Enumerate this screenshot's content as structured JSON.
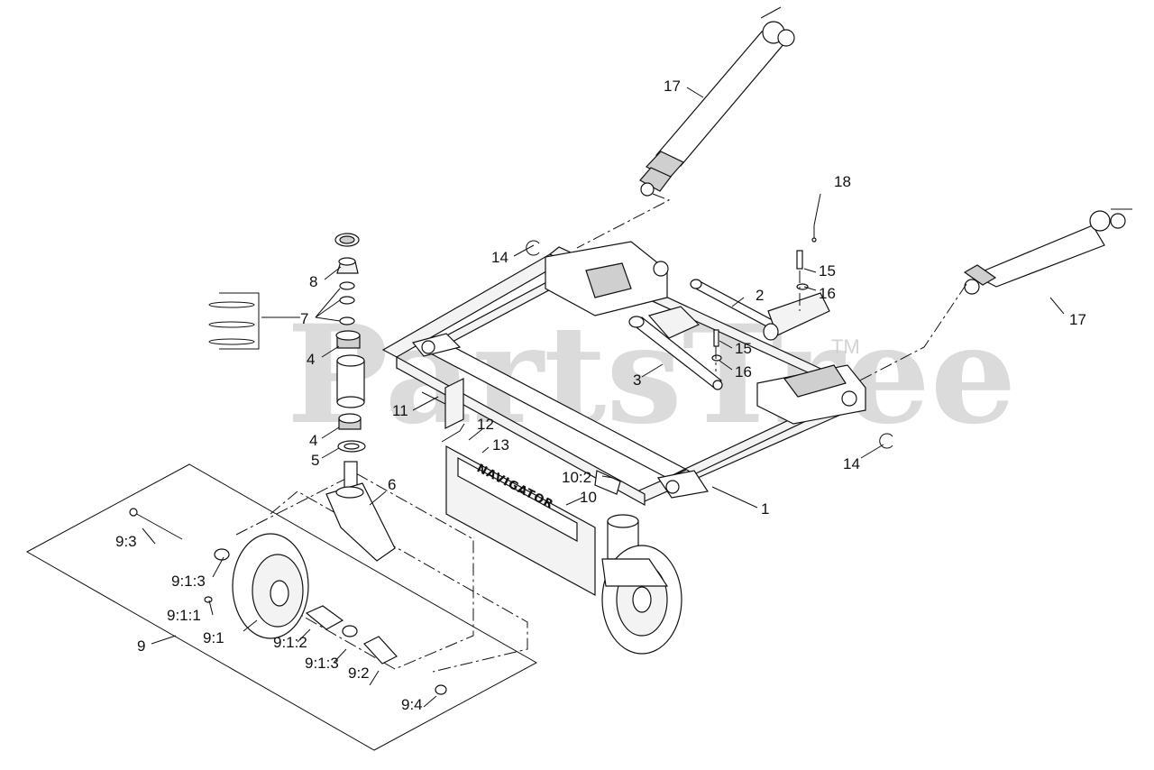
{
  "watermark": {
    "text": "PartsTree",
    "trademark": "TM"
  },
  "decal": {
    "text": "NAVIGATOR"
  },
  "labels": [
    {
      "id": "17a",
      "text": "17"
    },
    {
      "id": "17b",
      "text": "17"
    },
    {
      "id": "18",
      "text": "18"
    },
    {
      "id": "14a",
      "text": "14"
    },
    {
      "id": "14b",
      "text": "14"
    },
    {
      "id": "8",
      "text": "8"
    },
    {
      "id": "7",
      "text": "7"
    },
    {
      "id": "4a",
      "text": "4"
    },
    {
      "id": "4b",
      "text": "4"
    },
    {
      "id": "5",
      "text": "5"
    },
    {
      "id": "6",
      "text": "6"
    },
    {
      "id": "11",
      "text": "11"
    },
    {
      "id": "12",
      "text": "12"
    },
    {
      "id": "13",
      "text": "13"
    },
    {
      "id": "2",
      "text": "2"
    },
    {
      "id": "3",
      "text": "3"
    },
    {
      "id": "15a",
      "text": "15"
    },
    {
      "id": "16a",
      "text": "16"
    },
    {
      "id": "15b",
      "text": "15"
    },
    {
      "id": "16b",
      "text": "16"
    },
    {
      "id": "1",
      "text": "1"
    },
    {
      "id": "10",
      "text": "10"
    },
    {
      "id": "10_2",
      "text": "10:2"
    },
    {
      "id": "9_3",
      "text": "9:3"
    },
    {
      "id": "9_1_3a",
      "text": "9:1:3"
    },
    {
      "id": "9_1_1",
      "text": "9:1:1"
    },
    {
      "id": "9",
      "text": "9"
    },
    {
      "id": "9_1",
      "text": "9:1"
    },
    {
      "id": "9_1_2",
      "text": "9:1:2"
    },
    {
      "id": "9_1_3b",
      "text": "9:1:3"
    },
    {
      "id": "9_2",
      "text": "9:2"
    },
    {
      "id": "9_4",
      "text": "9:4"
    }
  ]
}
